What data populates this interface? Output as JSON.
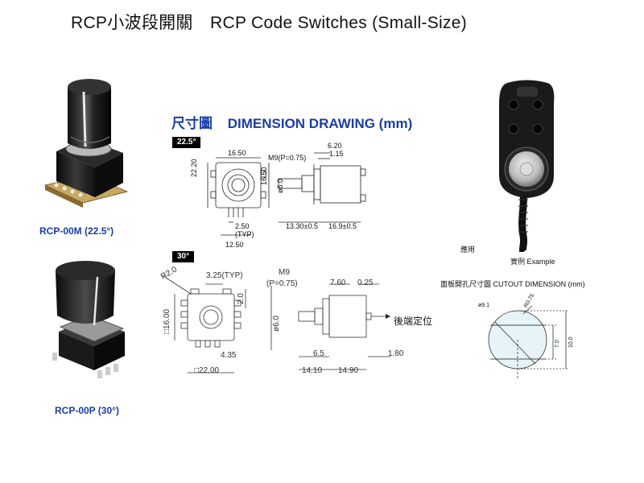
{
  "page": {
    "title": "RCP小波段開關　RCP Code Switches (Small-Size)",
    "section_title_zh": "尺寸圖",
    "section_title_en": "DIMENSION DRAWING (mm)"
  },
  "products": [
    {
      "model": "RCP-00M (22.5°)",
      "angle": "22.5°"
    },
    {
      "model": "RCP-00P (30°)",
      "angle": "30°"
    }
  ],
  "drawing_22_5": {
    "tab": "22.5°",
    "dims": {
      "width_top": "16.50",
      "height_left": "22.20",
      "height_right": "16.50",
      "pin_pitch": "2.50",
      "pin_pitch_note": "(TYP)",
      "width_bottom": "12.50",
      "thread": "M9(P=0.75)",
      "d1": "6.20",
      "d2": "1.15",
      "shaft_dia": "ø6.0",
      "shaft_len": "13.30±0.5",
      "body_len": "16.9±0.5"
    }
  },
  "drawing_30": {
    "tab": "30°",
    "dims": {
      "radius": "R2.0",
      "pitch_typ": "3.25(TYP)",
      "side": "2.0",
      "square_h": "□16.00",
      "offset": "4.35",
      "square_w": "□22.00",
      "thread": "M9",
      "thread_pitch": "(P=0.75)",
      "d1": "7.60",
      "d2": "0.25",
      "shaft_dia": "ø6.0",
      "d3": "6.5",
      "d4": "1.80",
      "d5": "14.10",
      "d6": "14.90",
      "note": "後端定位"
    }
  },
  "example": {
    "label_zh": "應用",
    "caption": "實例 Example"
  },
  "cutout": {
    "title": "面板開孔尺寸圖 CUTOUT DIMENSION (mm)",
    "dia": "ø9.1",
    "radius": "R0.75",
    "dim_inner": "7.0",
    "dim_outer": "10.0"
  }
}
